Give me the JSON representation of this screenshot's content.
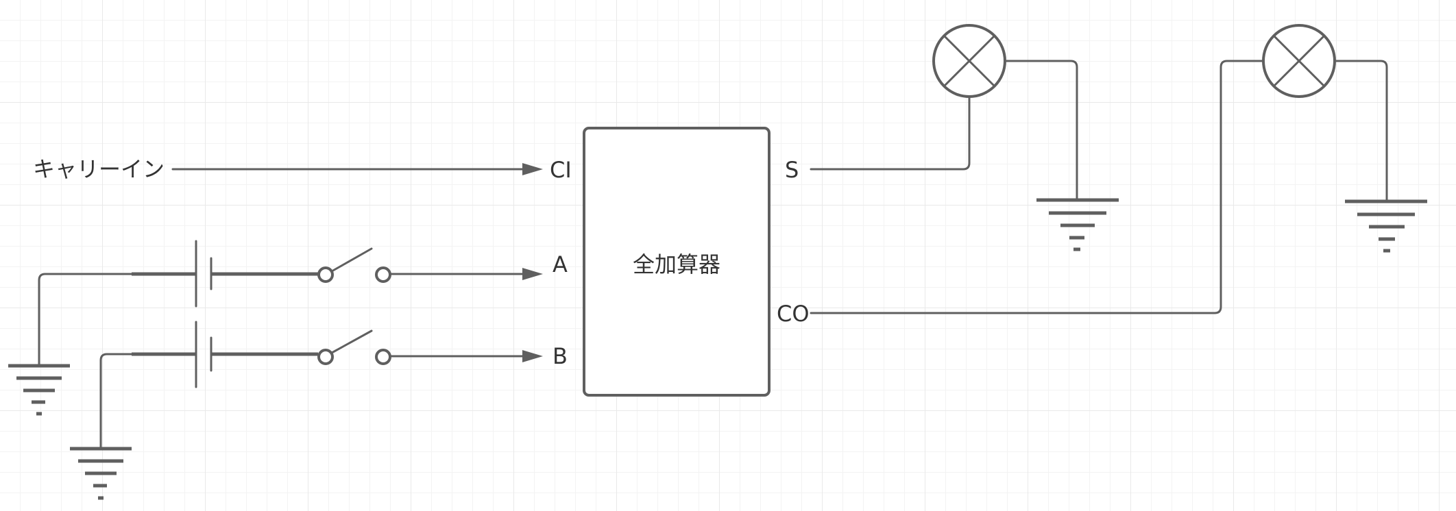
{
  "labels": {
    "carry_in": "キャリーイン",
    "port_ci": "CI",
    "port_a": "A",
    "port_b": "B",
    "port_s": "S",
    "port_co": "CO",
    "block": "全加算器"
  },
  "colors": {
    "stroke": "#5f5f5f",
    "text": "#333333",
    "grid": "#e9e9e9"
  }
}
